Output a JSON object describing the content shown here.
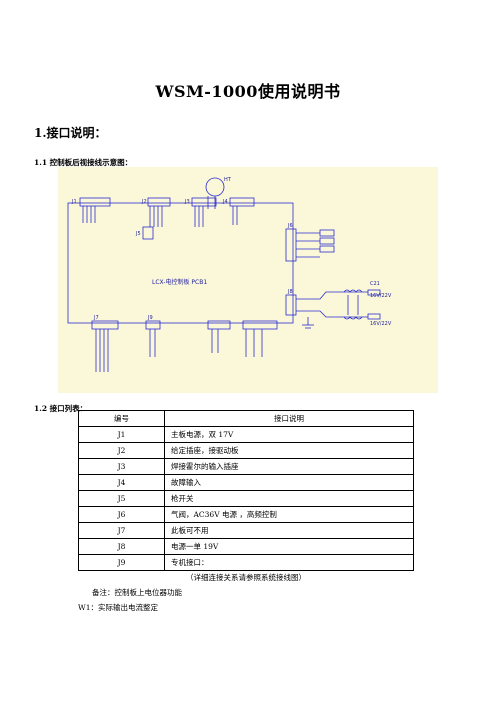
{
  "document": {
    "title": "WSM-1000使用说明书",
    "section1": "1.接口说明：",
    "sub1": "1.1 控制板后视接线示意图：",
    "sub2": "1.2 接口列表：",
    "table": {
      "headers": [
        "编号",
        "接口说明"
      ],
      "rows": [
        {
          "code": "J1",
          "desc": "主板电源，双 17V"
        },
        {
          "code": "J2",
          "desc": "给定插座，接驱动板"
        },
        {
          "code": "J3",
          "desc": "焊接霍尔的输入插座"
        },
        {
          "code": "J4",
          "desc": "故障输入"
        },
        {
          "code": "J5",
          "desc": "枪开关"
        },
        {
          "code": "J6",
          "desc": "气阀，AC36V 电源 ，高频控制"
        },
        {
          "code": "J7",
          "desc": "此板可不用"
        },
        {
          "code": "J8",
          "desc": "电源一单 19V"
        },
        {
          "code": "J9",
          "desc": "专机接口："
        }
      ]
    },
    "caption": "（详细连接关系请参照系统接线图）",
    "note1": "备注：控制板上电位器功能",
    "note2": "W1：实际输出电流整定"
  },
  "diagram": {
    "board_label": "LCX-电控制板 PCB1",
    "j1": "J1",
    "j2": "J2",
    "j3": "J3",
    "j4": "J4",
    "j5": "J5",
    "j6": "J6",
    "j7": "J7",
    "j8": "J8",
    "j9": "J9",
    "ht_label": "HT",
    "c1_label": "C21",
    "v1_label": "16V/22V",
    "v2_label": "16V/22V"
  }
}
